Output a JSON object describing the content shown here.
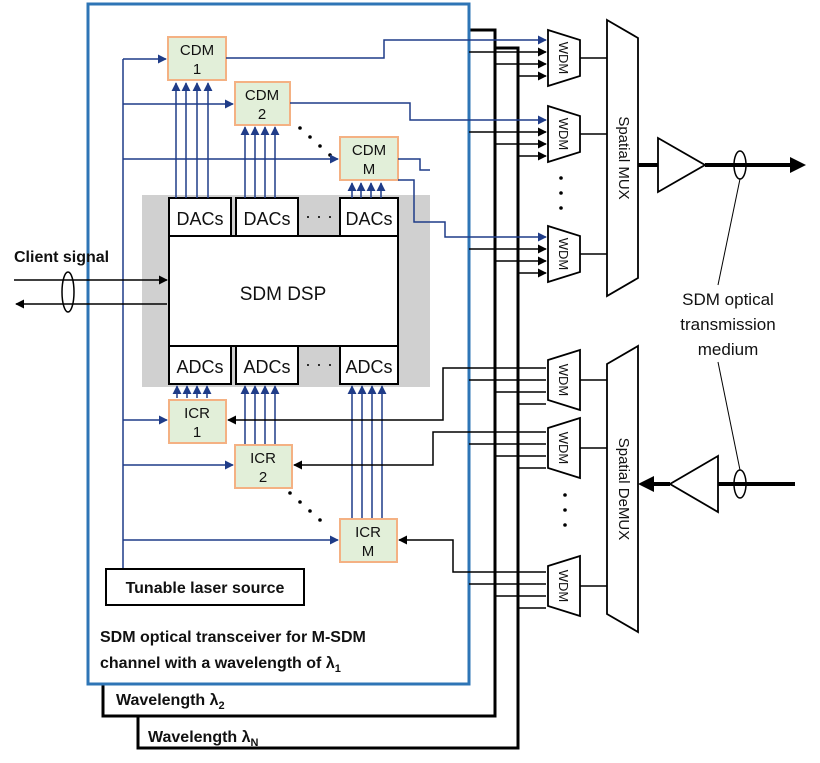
{
  "colors": {
    "transceiver_border": "#2e75b6",
    "dsp_shadow": "#d0d0d0",
    "modulator_fill": "#e2efd9",
    "modulator_border": "#f4b183",
    "signal_line": "#1f3c88",
    "black": "#000000"
  },
  "client_signal": "Client signal",
  "dsp_label": "SDM DSP",
  "dacs": [
    "DACs",
    "DACs",
    "DACs"
  ],
  "adcs": [
    "ADCs",
    "ADCs",
    "ADCs"
  ],
  "dots": "· · ·",
  "cdm": [
    {
      "name": "CDM",
      "index": "1"
    },
    {
      "name": "CDM",
      "index": "2"
    },
    {
      "name": "CDM",
      "index": "M"
    }
  ],
  "icr": [
    {
      "name": "ICR",
      "index": "1"
    },
    {
      "name": "ICR",
      "index": "2"
    },
    {
      "name": "ICR",
      "index": "M"
    }
  ],
  "laser": "Tunable laser source",
  "transceiver_caption": {
    "line1": "SDM optical transceiver for M-SDM",
    "line2": "channel with a wavelength of λ",
    "line2_sub": "1"
  },
  "wavelength2": {
    "text": "Wavelength λ",
    "sub": "2"
  },
  "wavelengthN": {
    "text": "Wavelength λ",
    "sub": "N"
  },
  "wdm": "WDM",
  "spatial_mux": "Spatial MUX",
  "spatial_demux": "Spatial DeMUX",
  "medium": [
    "SDM optical",
    "transmission",
    "medium"
  ]
}
